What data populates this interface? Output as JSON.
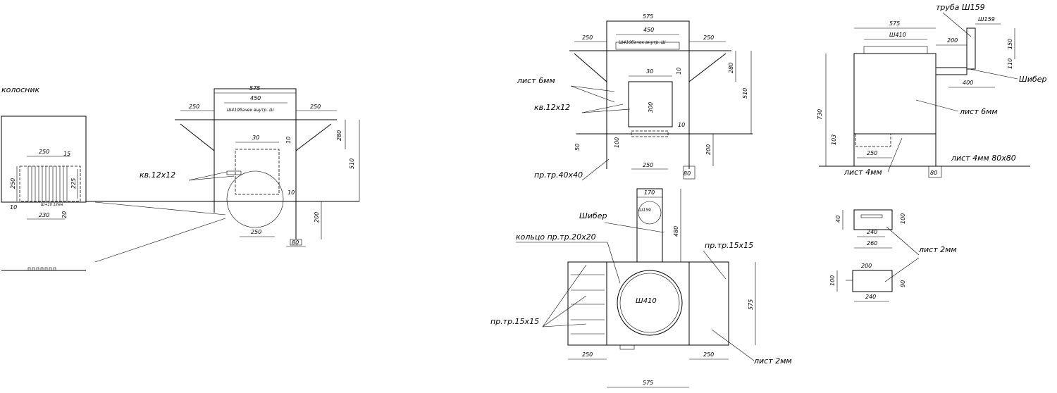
{
  "drawing": {
    "grate_title": "колосник",
    "dims": {
      "w575": "575",
      "w450": "450",
      "w250": "250",
      "w30": "30",
      "w10": "10",
      "w280": "280",
      "w510": "510",
      "w200": "200",
      "w80": "80",
      "w50": "50",
      "w100": "100",
      "w300": "300",
      "w170": "170",
      "w480": "480",
      "w410": "Ш410",
      "w159": "Ш159",
      "w150": "150",
      "w110": "110",
      "w400": "400",
      "w730": "730",
      "w103": "103",
      "w240": "240",
      "w260": "260",
      "w40": "40",
      "w90": "90",
      "w225": "225",
      "w230": "230",
      "w20": "20",
      "w15": "15",
      "slot": "Ш+10 12мм",
      "tank": "Ш410бачек внутр. Ш"
    },
    "labels": {
      "kv": "кв.12х12",
      "list6": "лист 6мм",
      "prtr40": "пр.тр.40х40",
      "shiber": "Шибер",
      "ring": "кольцо пр.тр.20х20",
      "prtr15": "пр.тр.15х15",
      "list2": "лист 2мм",
      "pipe": "труба Ш159",
      "list4_80": "лист 4мм 80х80",
      "list4": "лист 4мм"
    }
  }
}
